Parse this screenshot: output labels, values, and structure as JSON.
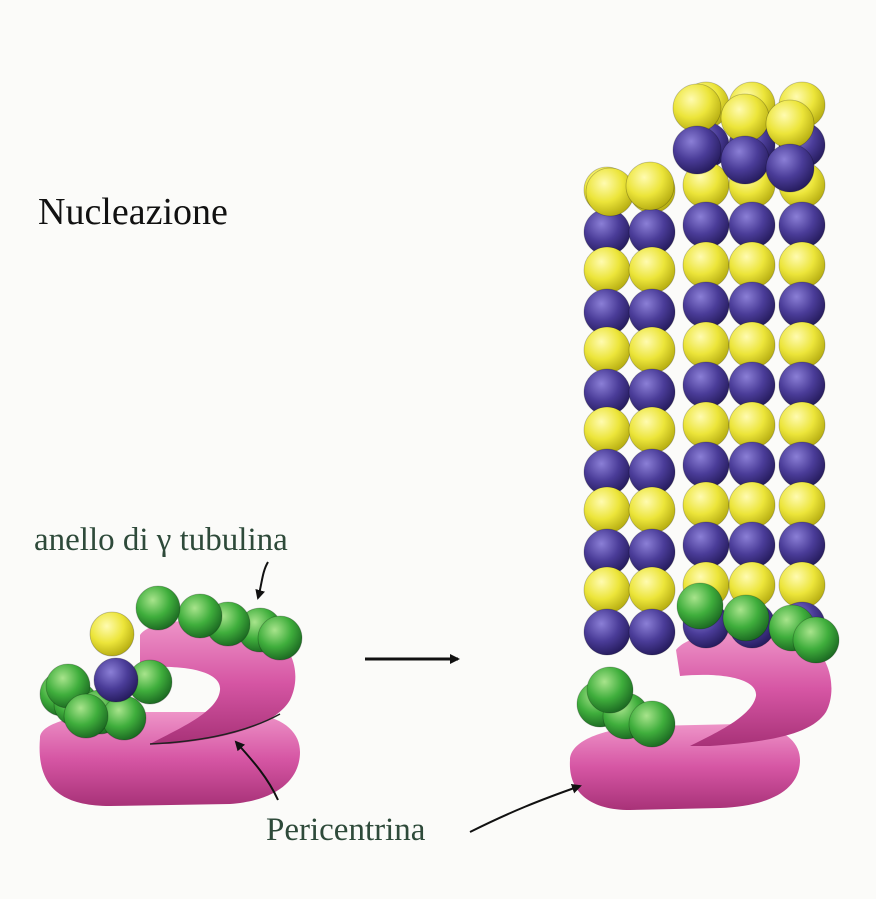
{
  "diagram": {
    "title": "Nucleazione",
    "labels": {
      "gamma_ring": "anello di γ  tubulina",
      "pericentrin": "Pericentrina"
    }
  },
  "colors": {
    "alpha_tubulin": "#ece53a",
    "beta_tubulin": "#4a3c98",
    "gamma_tubulin": "#3fae3c",
    "pericentrin": "#d656a4",
    "arrow": "#111111"
  }
}
